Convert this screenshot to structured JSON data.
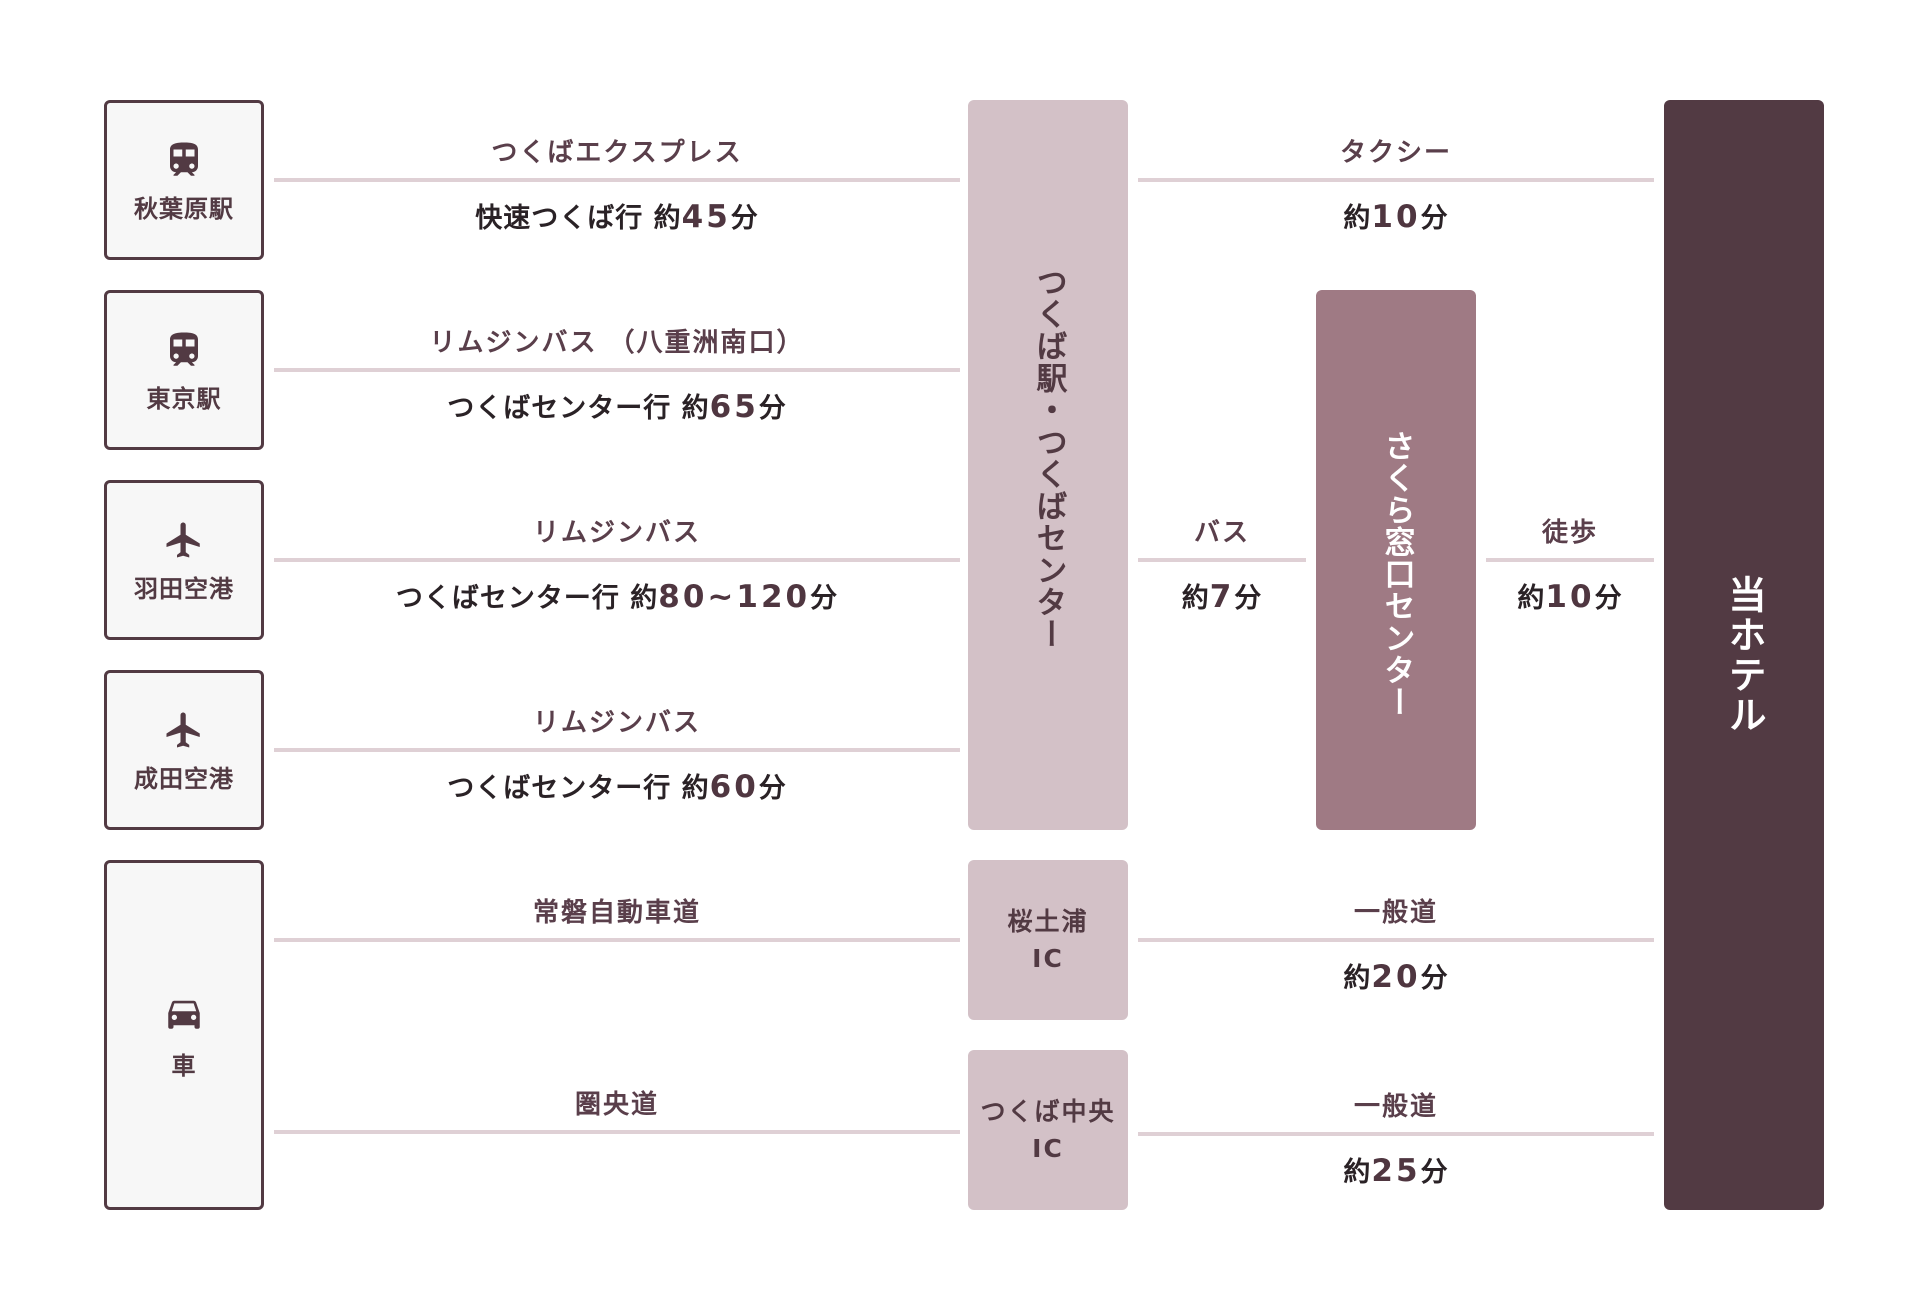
{
  "colors": {
    "origin_border": "#523a43",
    "origin_bg": "#f7f7f7",
    "line": "#dfd0d5",
    "tsukuba_column": "#d3c1c7",
    "sakura_column": "#9f7a84",
    "hotel_column": "#523a43",
    "label_text": "#5a3f4b",
    "value_text": "#2a2226",
    "number_text": "#4f3640"
  },
  "origins": [
    {
      "name": "秋葉原駅",
      "icon": "train-icon"
    },
    {
      "name": "東京駅",
      "icon": "train-icon"
    },
    {
      "name": "羽田空港",
      "icon": "airplane-icon"
    },
    {
      "name": "成田空港",
      "icon": "airplane-icon"
    },
    {
      "name": "車",
      "icon": "car-icon"
    }
  ],
  "routes_to_tsukuba": [
    {
      "label": "つくばエクスプレス",
      "value_prefix": "快速つくば行 約",
      "value_number": "45",
      "value_suffix": "分"
    },
    {
      "label": "リムジンバス （八重洲南口）",
      "value_prefix": "つくばセンター行 約",
      "value_number": "65",
      "value_suffix": "分"
    },
    {
      "label": "リムジンバス",
      "value_prefix": "つくばセンター行 約",
      "value_number": "80~120",
      "value_suffix": "分"
    },
    {
      "label": "リムジンバス",
      "value_prefix": "つくばセンター行 約",
      "value_number": "60",
      "value_suffix": "分"
    }
  ],
  "car_routes": [
    {
      "label": "常磐自動車道"
    },
    {
      "label": "圏央道"
    }
  ],
  "hubs": {
    "tsukuba": "つくば駅・つくばセンター",
    "sakura": "さくら窓口センター",
    "hotel": "当ホテル",
    "ic1_line1": "桜土浦",
    "ic1_line2": "IC",
    "ic2_line1": "つくば中央",
    "ic2_line2": "IC"
  },
  "onward": {
    "taxi": {
      "label": "タクシー",
      "prefix": "約",
      "number": "10",
      "suffix": "分"
    },
    "bus": {
      "label": "バス",
      "prefix": "約",
      "number": "7",
      "suffix": "分"
    },
    "walk": {
      "label": "徒歩",
      "prefix": "約",
      "number": "10",
      "suffix": "分"
    },
    "road1": {
      "label": "一般道",
      "prefix": "約",
      "number": "20",
      "suffix": "分"
    },
    "road2": {
      "label": "一般道",
      "prefix": "約",
      "number": "25",
      "suffix": "分"
    }
  }
}
